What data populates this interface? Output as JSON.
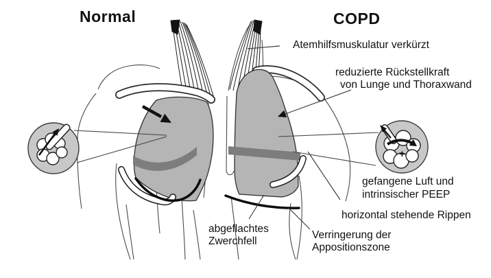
{
  "figure": {
    "panels": [
      {
        "id": "normal",
        "title": "Normal"
      },
      {
        "id": "copd",
        "title": "COPD"
      }
    ],
    "annotations": {
      "atemhilfs": "Atemhilfsmuskulatur verkürzt",
      "rueckstell_line1": "reduzierte Rückstellkraft",
      "rueckstell_line2": "von Lunge und Thoraxwand",
      "gefangene_line1": "gefangene Luft und",
      "gefangene_line2": "intrinsischer PEEP",
      "rippen": "horizontal stehende Rippen",
      "zwerchfell_line1": "abgeflachtes",
      "zwerchfell_line2": "Zwerchfell",
      "apposition_line1": "Verringerung der",
      "apposition_line2": "Appositionszone"
    },
    "insets": {
      "left": {
        "icon": "alveoli-normal-icon"
      },
      "right": {
        "icon": "alveoli-hyperinflated-icon",
        "plus": "+"
      }
    },
    "colors": {
      "background": "#ffffff",
      "lung": "#b5b5b5",
      "diaphragm_band": "#7d7d7d",
      "inset_circle": "#c8c8c8",
      "outline": "#2f2f2f",
      "text": "#111111"
    }
  }
}
